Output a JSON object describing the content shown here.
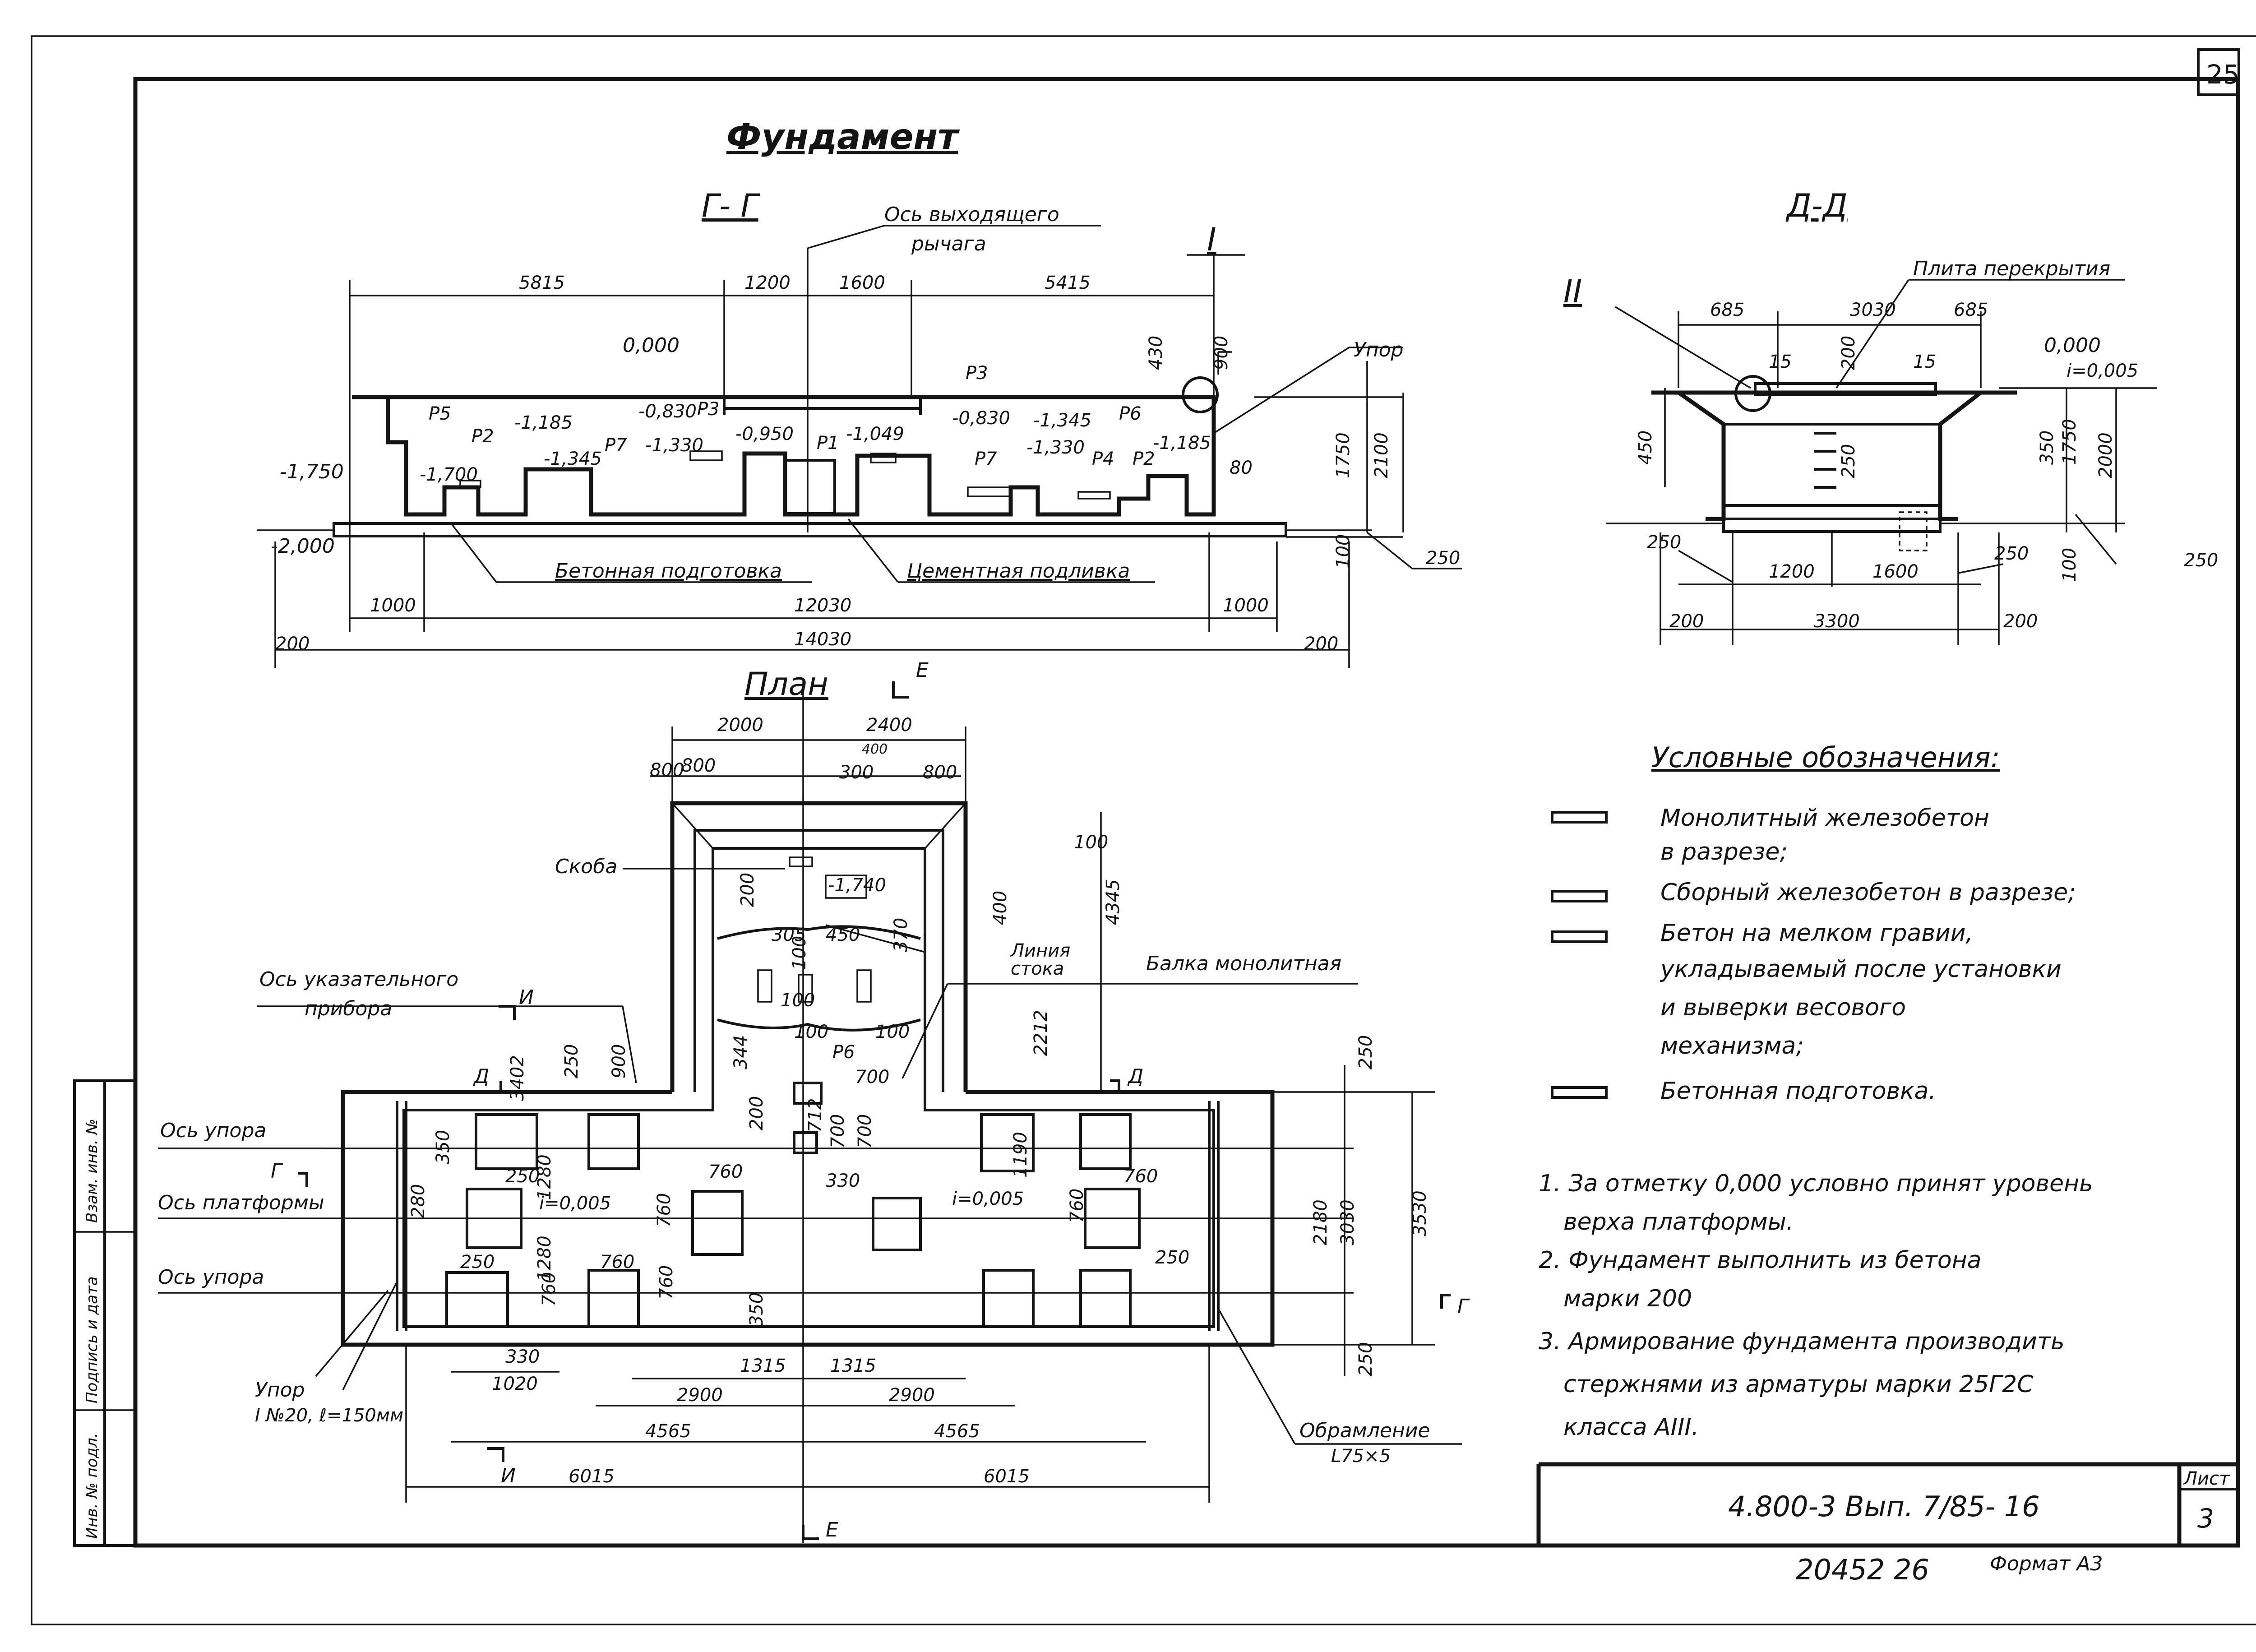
{
  "sheet": {
    "page_number": "25",
    "main_title": "Фундамент",
    "section_gg": "Г- Г",
    "section_dd": "Д-Д",
    "plan_title": "План"
  },
  "section_gg": {
    "axis_outlet_lever": [
      "Ось выходящего",
      "рычага"
    ],
    "stop_label": "Упор",
    "node_1": "I",
    "concrete_prep": "Бетонная подготовка",
    "cement_grout": "Цементная подливка",
    "elev_top": "0,000",
    "elev_left": "-1,750",
    "elev_bottom": "-2,000",
    "elev_marks": [
      "-1,185",
      "-1,345",
      "-1,700",
      "-0,830",
      "-1,330",
      "-0,950",
      "-1,049",
      "-0,830",
      "-1,345",
      "-1,330",
      "-1,185"
    ],
    "loads": [
      "P5",
      "P2",
      "P7",
      "P3",
      "P3",
      "P1",
      "P7",
      "P4",
      "P2",
      "P6"
    ],
    "dims_top": [
      "5815",
      "1200",
      "1600",
      "5415"
    ],
    "dims_bottom": [
      "1000",
      "12030",
      "1000",
      "200",
      "14030",
      "200"
    ],
    "dims_right": [
      "430",
      "900",
      "1750",
      "2100",
      "80",
      "100",
      "250"
    ]
  },
  "section_dd": {
    "slab_label": "Плита перекрытия",
    "node_2": "II",
    "elev_top": "0,000",
    "slope": "i=0,005",
    "dims_top": [
      "685",
      "3030",
      "685"
    ],
    "dims_inner": [
      "15",
      "200",
      "15",
      "250"
    ],
    "dims_side": [
      "450",
      "350",
      "1750",
      "2000",
      "100",
      "250",
      "250"
    ],
    "dims_bottom": [
      "250",
      "1200",
      "1600",
      "250",
      "200",
      "3300",
      "200"
    ]
  },
  "plan": {
    "section_mark_e": "Е",
    "section_mark_i": "И",
    "section_mark_d": "Д",
    "section_mark_g": "Г",
    "bracket": "Скоба",
    "axis_indicator": [
      "Ось указательного",
      "прибора"
    ],
    "axis_stop": "Ось упора",
    "axis_platform": "Ось платформы",
    "drain_line": [
      "Линия",
      "стока"
    ],
    "monolithic_beam": "Балка монолитная",
    "stop_detail": [
      "Упор",
      "I №20, ℓ=150мм"
    ],
    "framing": [
      "Обрамление",
      "L75×5"
    ],
    "elev_pit": "-1,740",
    "slope": "i=0,005",
    "load_p6": "P6",
    "dims_top": [
      "2000",
      "2400",
      "800",
      "400",
      "300",
      "800"
    ],
    "dims_misc": [
      "100",
      "800",
      "200",
      "400",
      "4345",
      "305",
      "450",
      "370",
      "100",
      "100",
      "100",
      "100",
      "900",
      "250",
      "3402",
      "344",
      "700",
      "2212",
      "200",
      "712",
      "700",
      "700",
      "1190",
      "250",
      "350",
      "280",
      "1280",
      "250",
      "1280",
      "760",
      "760",
      "760",
      "760",
      "350",
      "330",
      "760",
      "760",
      "760",
      "250",
      "2180",
      "3030",
      "3530",
      "250",
      "250",
      "330",
      "1020"
    ],
    "dims_bottom": [
      "1315",
      "1315",
      "2900",
      "2900",
      "4565",
      "4565",
      "6015",
      "6015"
    ]
  },
  "legend": {
    "title": "Условные обозначения:",
    "items": [
      [
        "Монолитный железобетон",
        "в разрезе;"
      ],
      [
        "Сборный железобетон в разрезе;"
      ],
      [
        "Бетон на мелком гравии,",
        "укладываемый после установки",
        "и выверки весового",
        "механизма;"
      ],
      [
        "Бетонная подготовка."
      ]
    ]
  },
  "notes": [
    [
      "1. За отметку 0,000 условно принят уровень",
      "верха платформы."
    ],
    [
      "2. Фундамент выполнить из бетона",
      "марки 200"
    ],
    [
      "3. Армирование фундамента производить",
      "стержнями из арматуры марки 25Г2С",
      "класса AIII."
    ]
  ],
  "stamp": {
    "code": "4.800-3 Вып. 7/85- 16",
    "sheet_label": "Лист",
    "sheet_no": "3",
    "footer": "20452  26",
    "format": "Формат А3"
  },
  "side_strip": [
    "Инв. № подл.",
    "Подпись и дата",
    "Взам. инв. №"
  ]
}
